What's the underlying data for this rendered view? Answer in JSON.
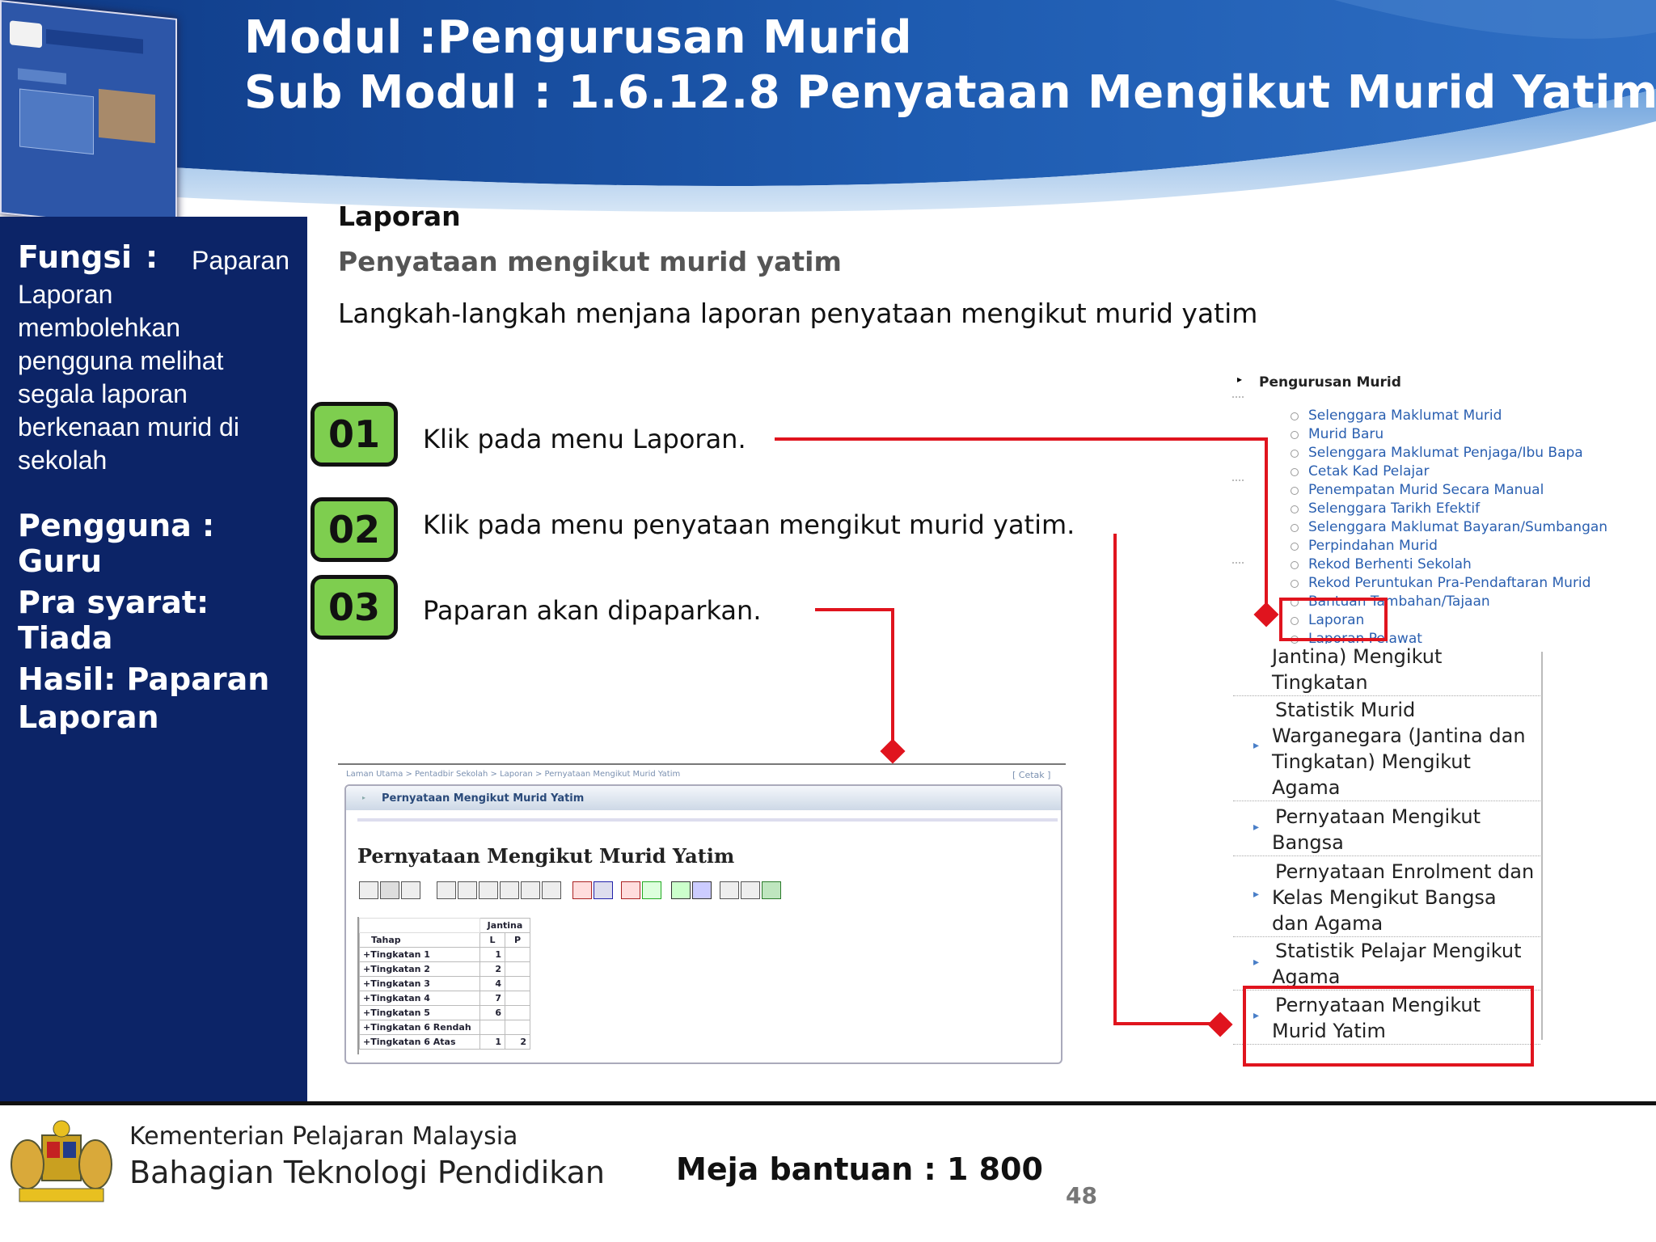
{
  "header": {
    "title_line1": "Modul  :Pengurusan Murid",
    "title_line2": "Sub Modul : 1.6.12.8 Penyataan Mengikut Murid Yatim"
  },
  "left_panel": {
    "fungsi_label": "Fungsi",
    "fungsi_colon": ":",
    "fungsi_text_first": "Paparan",
    "fungsi_lines": [
      "Laporan",
      "membolehkan",
      "pengguna melihat",
      "segala laporan",
      "berkenaan murid di",
      "sekolah"
    ],
    "pengguna": "Pengguna : Guru",
    "pra_syarat": "Pra syarat: Tiada",
    "hasil_line1": "Hasil: Paparan",
    "hasil_line2": "Laporan"
  },
  "content": {
    "heading": "Laporan",
    "subheading": "Penyataan mengikut murid yatim",
    "intro": "Langkah-langkah menjana laporan penyataan mengikut murid yatim"
  },
  "steps": [
    {
      "number": "01",
      "text": "Klik pada menu Laporan."
    },
    {
      "number": "02",
      "text": "Klik pada menu penyataan mengikut murid yatim."
    },
    {
      "number": "03",
      "text": "Paparan akan dipaparkan."
    }
  ],
  "menu": {
    "title": "Pengurusan Murid",
    "items": [
      "Selenggara Maklumat Murid",
      "Murid Baru",
      "Selenggara Maklumat Penjaga/Ibu Bapa",
      "Cetak Kad Pelajar",
      "Penempatan Murid Secara Manual",
      "Selenggara Tarikh Efektif",
      "Selenggara Maklumat Bayaran/Sumbangan",
      "Perpindahan Murid",
      "Rekod Berhenti Sekolah",
      "Rekod Peruntukan Pra-Pendaftaran Murid",
      "Bantuan Tambahan/Tajaan",
      "Laporan",
      "Laporan Pelawat"
    ]
  },
  "report_menu": {
    "items": [
      [
        "Jantina) Mengikut",
        "Tingkatan"
      ],
      [
        "Statistik Murid",
        "Warganegara (Jantina dan",
        "Tingkatan) Mengikut",
        "Agama"
      ],
      [
        "Pernyataan Mengikut",
        "Bangsa"
      ],
      [
        "Pernyataan Enrolment dan",
        "Kelas Mengikut Bangsa",
        "dan Agama"
      ],
      [
        "Statistik Pelajar Mengikut",
        "Agama"
      ],
      [
        "Pernyataan Mengikut",
        "Murid Yatim"
      ]
    ]
  },
  "report": {
    "breadcrumb": "Laman Utama > Pentadbir Sekolah > Laporan > Pernyataan Mengikut Murid Yatim",
    "cetak": "[ Cetak ]",
    "panel_title": "Pernyataan Mengikut Murid Yatim",
    "report_title": "Pernyataan Mengikut Murid Yatim",
    "table": {
      "group_header": "Jantina",
      "col_tahap": "Tahap",
      "col_l": "L",
      "col_p": "P",
      "rows": [
        {
          "tahap": "Tingkatan 1",
          "l": "1",
          "p": ""
        },
        {
          "tahap": "Tingkatan 2",
          "l": "2",
          "p": ""
        },
        {
          "tahap": "Tingkatan 3",
          "l": "4",
          "p": ""
        },
        {
          "tahap": "Tingkatan 4",
          "l": "7",
          "p": ""
        },
        {
          "tahap": "Tingkatan 5",
          "l": "6",
          "p": ""
        },
        {
          "tahap": "Tingkatan 6 Rendah",
          "l": "",
          "p": ""
        },
        {
          "tahap": "Tingkatan 6 Atas",
          "l": "1",
          "p": "2"
        }
      ]
    }
  },
  "footer": {
    "ministry": "Kementerian Pelajaran Malaysia",
    "division": "Bahagian Teknologi Pendidikan",
    "helpdesk": "Meja bantuan : 1 800",
    "page_number": "48"
  },
  "colors": {
    "header_blue": "#1f4f9c",
    "left_panel": "#0c2467",
    "step_green": "#7ece4f",
    "callout_red": "#e0141e",
    "link_blue": "#2a5fb0"
  }
}
